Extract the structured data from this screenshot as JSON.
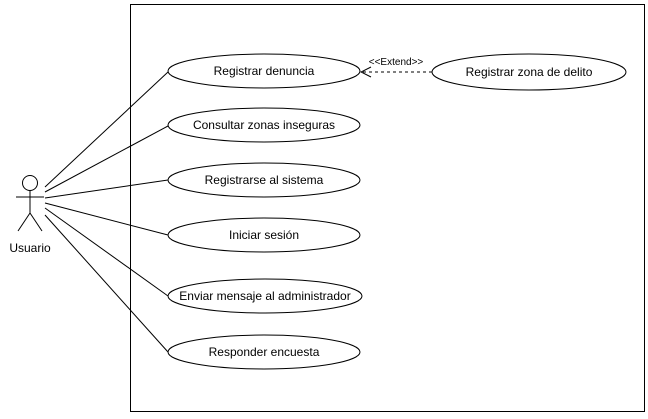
{
  "actor": {
    "name": "Usuario"
  },
  "use_cases": {
    "registrar_denuncia": "Registrar denuncia",
    "consultar_zonas": "Consultar zonas inseguras",
    "registrarse": "Registrarse al sistema",
    "iniciar_sesion": "Iniciar sesión",
    "enviar_mensaje": "Enviar mensaje al administrador",
    "responder_encuesta": "Responder encuesta",
    "registrar_zona": "Registrar zona de delito"
  },
  "extend": {
    "label": "<<Extend>>"
  },
  "colors": {
    "stroke": "#000000",
    "background": "#ffffff"
  }
}
